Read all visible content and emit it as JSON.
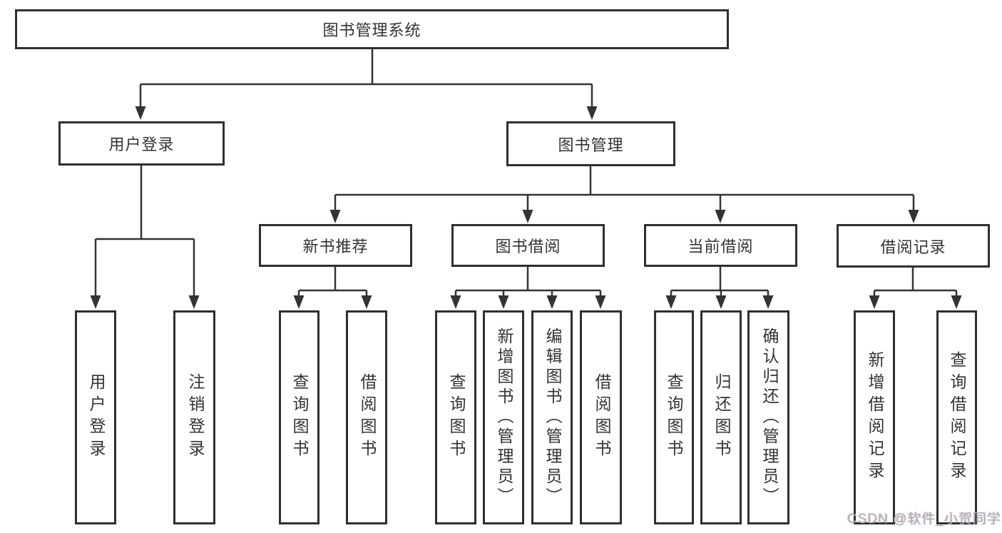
{
  "diagram": {
    "root": {
      "label": "图书管理系统"
    },
    "branches": {
      "user_login": {
        "label": "用户登录",
        "children": [
          "用户登录",
          "注销登录"
        ]
      },
      "book_mgmt": {
        "label": "图书管理"
      },
      "new_book_rec": {
        "label": "新书推荐",
        "children": [
          "查询图书",
          "借阅图书"
        ]
      },
      "book_borrow": {
        "label": "图书借阅",
        "children": [
          "查询图书",
          "新增图书（管理员）",
          "编辑图书（管理员）",
          "借阅图书"
        ]
      },
      "current_borrow": {
        "label": "当前借阅",
        "children": [
          "查询图书",
          "归还图书",
          "确认归还（管理员）"
        ]
      },
      "borrow_records": {
        "label": "借阅记录",
        "children": [
          "新增借阅记录",
          "查询借阅记录"
        ]
      }
    },
    "watermark": "CSDN @软件_小贺同学",
    "colors": {
      "line": "#333333",
      "box_border": "#2f2f2f",
      "text": "#333333",
      "watermark": "#b0b0b0"
    }
  }
}
